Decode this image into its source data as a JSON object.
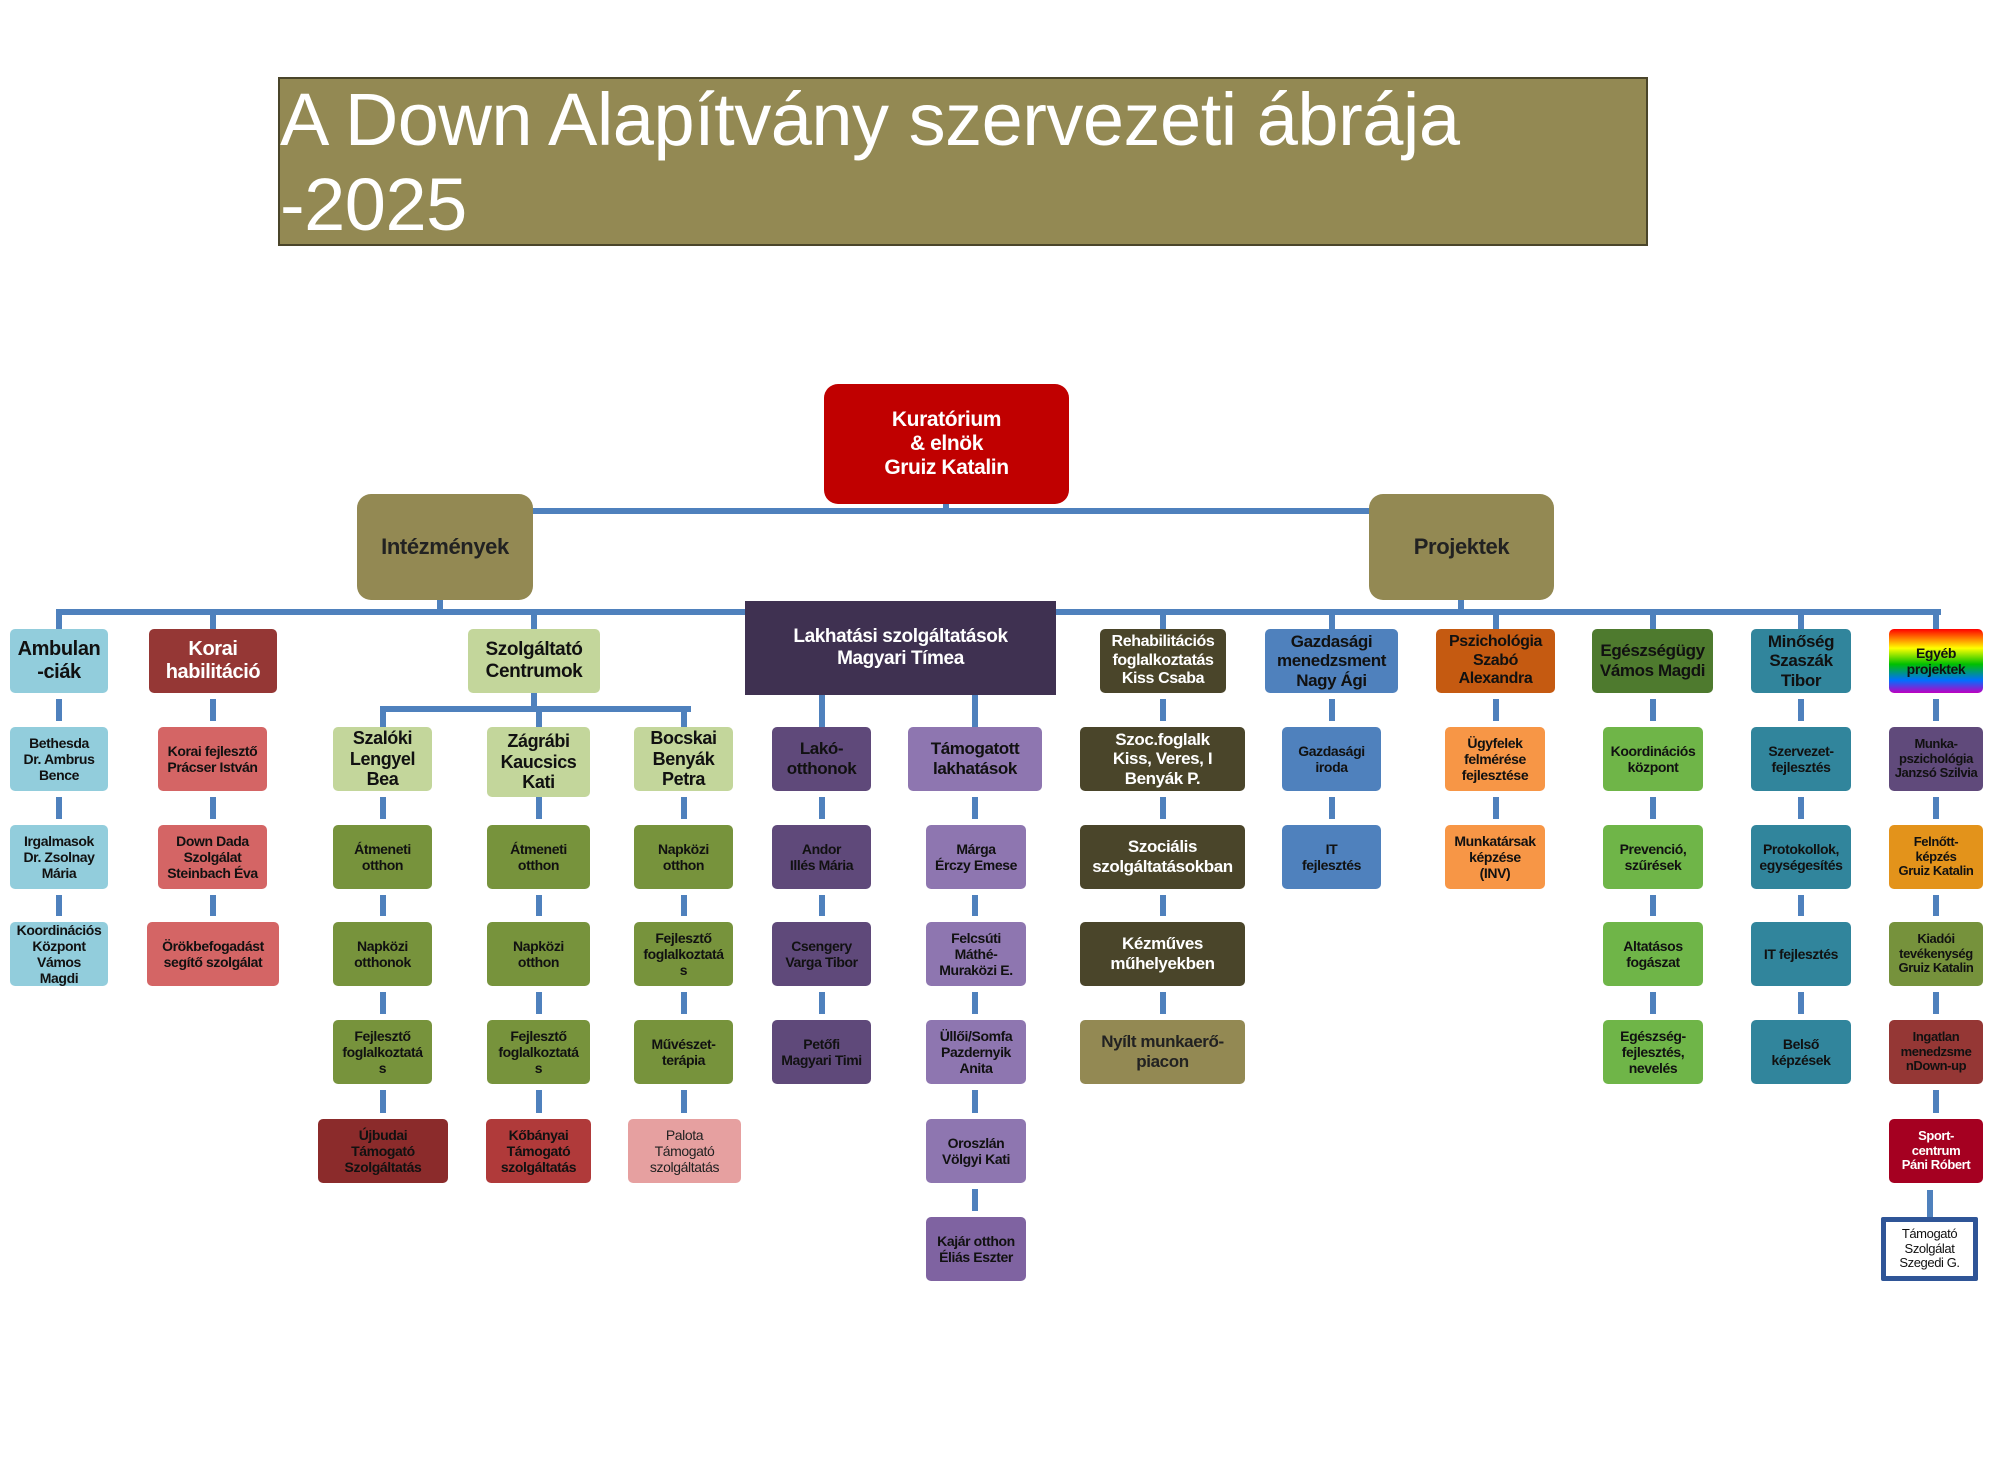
{
  "title": "A Down Alapítvány szervezeti ábrája -2025",
  "root": "Kuratórium\n& elnök\nGruiz Katalin",
  "branches": {
    "left": "Intézmények",
    "right": "Projektek"
  },
  "units": [
    {
      "header": "Ambulan\n-ciák",
      "items": [
        "Bethesda\nDr. Ambrus\nBence",
        "Irgalmasok\nDr. Zsolnay\nMária",
        "Koordinációs\nKözpont\nVámos\nMagdi"
      ]
    },
    {
      "header": "Korai\nhabilitáció",
      "items": [
        "Korai fejlesztő\nPrácser István",
        "Down Dada\nSzolgálat\nSteinbach Éva",
        "Örökbefogadást\nsegítő szolgálat"
      ]
    },
    {
      "header": "Szolgáltató\nCentrumok",
      "subs": [
        {
          "header": "Szalóki\nLengyel\nBea",
          "items": [
            "Átmeneti\notthon",
            "Napközi\notthonok",
            "Fejlesztő\nfoglalkoztatá\ns",
            "Újbudai\nTámogató\nSzolgáltatás"
          ]
        },
        {
          "header": "Zágrábi\nKaucsics\nKati",
          "items": [
            "Átmeneti\notthon",
            "Napközi\notthon",
            "Fejlesztő\nfoglalkoztatá\ns",
            "Kőbányai\nTámogató\nszolgáltatás"
          ]
        },
        {
          "header": "Bocskai\nBenyák\nPetra",
          "items": [
            "Napközi\notthon",
            "Fejlesztő\nfoglalkoztatá\ns",
            "Művészet-\nterápia",
            "Palota\nTámogató\nszolgáltatás"
          ]
        }
      ]
    },
    {
      "header": "Lakhatási szolgáltatások\nMagyari Tímea",
      "subs": [
        {
          "header": "Lakó-\notthonok",
          "items": [
            "Andor\nIllés Mária",
            "Csengery\nVarga Tibor",
            "Petőfi\nMagyari Timi"
          ]
        },
        {
          "header": "Támogatott\nlakhatások",
          "items": [
            "Márga\nÉrczy Emese",
            "Felcsúti\nMáthé-\nMuraközi E.",
            "Üllői/Somfa\nPazdernyik\nAnita",
            "Oroszlán\nVölgyi Kati",
            "Kajár otthon\nÉliás Eszter"
          ]
        }
      ]
    },
    {
      "header": "Rehabilitációs\nfoglalkoztatás\nKiss Csaba",
      "items": [
        "Szoc.foglalk\nKiss, Veres, I\nBenyák P.",
        "Szociális\nszolgáltatásokban",
        "Kézműves\nműhelyekben",
        "Nyílt munkaerő-\npiacon"
      ]
    },
    {
      "header": "Gazdasági\nmenedzsment\nNagy Ági",
      "items": [
        "Gazdasági\niroda",
        "IT\nfejlesztés"
      ]
    },
    {
      "header": "Pszichológia\nSzabó\nAlexandra",
      "items": [
        "Ügyfelek\nfelmérése\nfejlesztése",
        "Munkatársak\nképzése\n(INV)"
      ]
    },
    {
      "header": "Egészségügy\nVámos Magdi",
      "items": [
        "Koordinációs\nközpont",
        "Prevenció,\nszűrések",
        "Altatásos\nfogászat",
        "Egészség-\nfejlesztés,\nnevelés"
      ]
    },
    {
      "header": "Minőség\nSzaszák\nTibor",
      "items": [
        "Szervezet-\nfejlesztés",
        "Protokollok,\negységesítés",
        "IT fejlesztés",
        "Belső\nképzések"
      ]
    },
    {
      "header": "Egyéb\nprojektek",
      "items": [
        "Munka-\npszichológia\nJanzsó Szilvia",
        "Felnőtt-\nképzés\nGruiz Katalin",
        "Kiadói\ntevékenység\nGruiz Katalin",
        "Ingatlan\nmenedzsme\nnDown-up",
        "Sport-\ncentrum\nPáni Róbert",
        "Támogató\nSzolgálat\nSzegedi G."
      ]
    }
  ],
  "colors": {
    "connector": "#4f81bd",
    "title_bg": "#938953",
    "root_bg": "#c00000"
  }
}
